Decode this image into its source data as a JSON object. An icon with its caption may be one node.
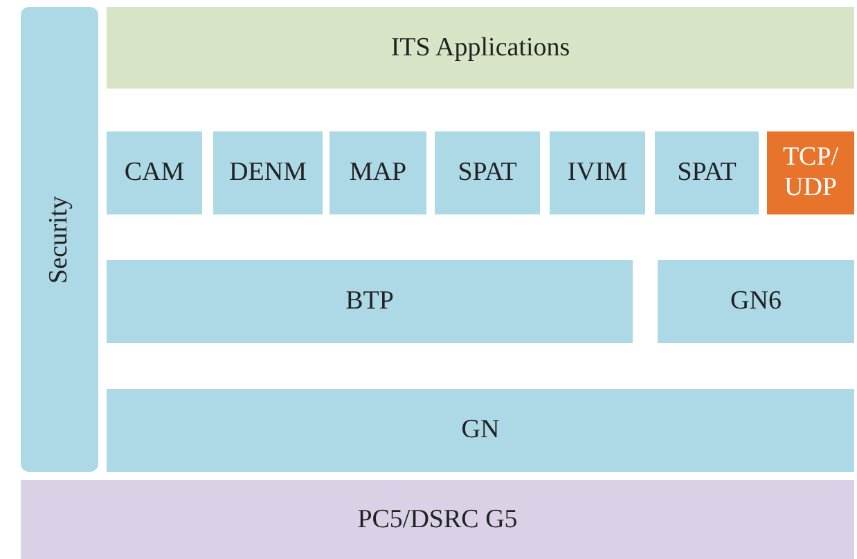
{
  "diagram": {
    "nodes": [
      {
        "text": [
          "Security"
        ]
      },
      {
        "text": [
          "ITS Applications"
        ]
      },
      {
        "text": [
          "CAM"
        ]
      },
      {
        "text": [
          "DENM"
        ]
      },
      {
        "text": [
          "MAP"
        ]
      },
      {
        "text": [
          "SPAT"
        ]
      },
      {
        "text": [
          "IVIM"
        ]
      },
      {
        "text": [
          "SPAT"
        ]
      },
      {
        "text": [
          "TCP/ UDP"
        ]
      },
      {
        "text": [
          "BTP"
        ]
      },
      {
        "text": [
          "GN6"
        ]
      },
      {
        "text": [
          "GN"
        ]
      },
      {
        "text": [
          "PC5/DSRC G5"
        ]
      }
    ]
  }
}
